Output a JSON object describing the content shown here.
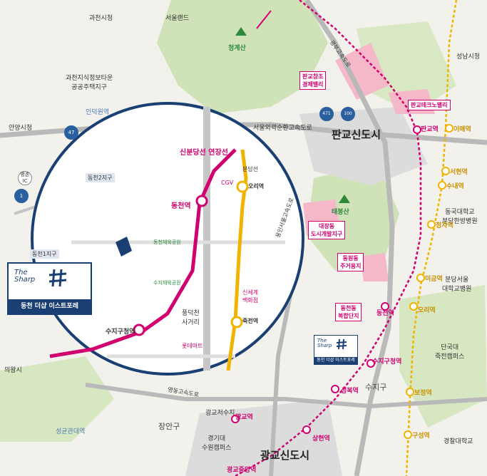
{
  "districts": {
    "pangyo": "판교신도시",
    "gwanggyo": "광교신도시",
    "suji": "수지구",
    "jangan": "장안구"
  },
  "mountains": {
    "cheonggye": "청계산",
    "taebong": "태봉산"
  },
  "roads": {
    "seoul_ring": "서울외곽순환고속도로",
    "gyeongbu": "경부고속도로",
    "yongin_seoul": "용인서울고속도로",
    "yeongdong": "영동고속도로",
    "ic_471": "471",
    "ic_100": "100",
    "ic_47": "47",
    "ic_1": "1"
  },
  "places": {
    "gwacheon": "과천시청",
    "seoulland": "서울랜드",
    "gwacheon_district": "과천지식정보타운\n공공주택지구",
    "anyang": "안양시청",
    "inducwon": "인덕원역",
    "pyeongchon": "평촌IC",
    "uiwang": "의왕시",
    "sungkyunkwan": "성균관대역",
    "gwanggyo_jungang": "광교중앙역",
    "gwanggyo_station": "광교역",
    "sanghyeon": "상현역",
    "seongbok": "성복역",
    "suji_office": "수지구청역",
    "dongcheon_stn": "동천역",
    "migeum": "미금역",
    "jeongja": "정자역",
    "sunae": "수내역",
    "seohyeon": "서현역",
    "imae": "이매역",
    "pangyo_stn": "판교역",
    "ori": "오리역",
    "jukjeon": "죽전역",
    "bojeong": "보정역",
    "guseong": "구성역",
    "pangyo_tech": "판교테크노밸리",
    "pangyo_2nd": "판교창조\n경제밸리",
    "daejang": "대장동\n도시개발지구",
    "dongwon": "동원동\n주거용지",
    "dongcheon_complex": "동천동\n복합단지",
    "dku": "단국대\n죽전캠퍼스",
    "bundang_hosp": "분당서울\n대학교병원",
    "dongguk": "동국대학교\n분당한방병원",
    "seongnam": "성남시청",
    "gyeonggi_univ": "경기대\n수원캠퍼스",
    "gwanggyo_lake": "광교저수지",
    "gyeonggi_police": "경찰대학교"
  },
  "inset": {
    "extension": "신분당선 연장선",
    "bundang_line": "분당선",
    "dongcheon_stn": "동천역",
    "ori_stn": "오리역",
    "jukjeon_stn": "죽전역",
    "suji_office_stn": "수지구청역",
    "cgv": "CGV",
    "shinsegae": "신세계\n백화점",
    "lotte": "롯데마트",
    "pungdeok": "풍덕천\n사거리",
    "dongcheon2": "동천2지구",
    "dongcheon1": "동천1지구",
    "suji_park": "수지체육공원",
    "dongcheon_park": "동천체육공원",
    "new_sbd": "신분당선"
  },
  "logo": {
    "brand": "The\nSharp",
    "title": "동천 더샵 이스트포레",
    "small_title": "동천 더샵 이스트포레"
  },
  "colors": {
    "sinbundang": "#d0006f",
    "bundang": "#f0b400",
    "road": "#b9b9b9",
    "green": "#cfe2b8",
    "navy": "#1a3f73"
  }
}
